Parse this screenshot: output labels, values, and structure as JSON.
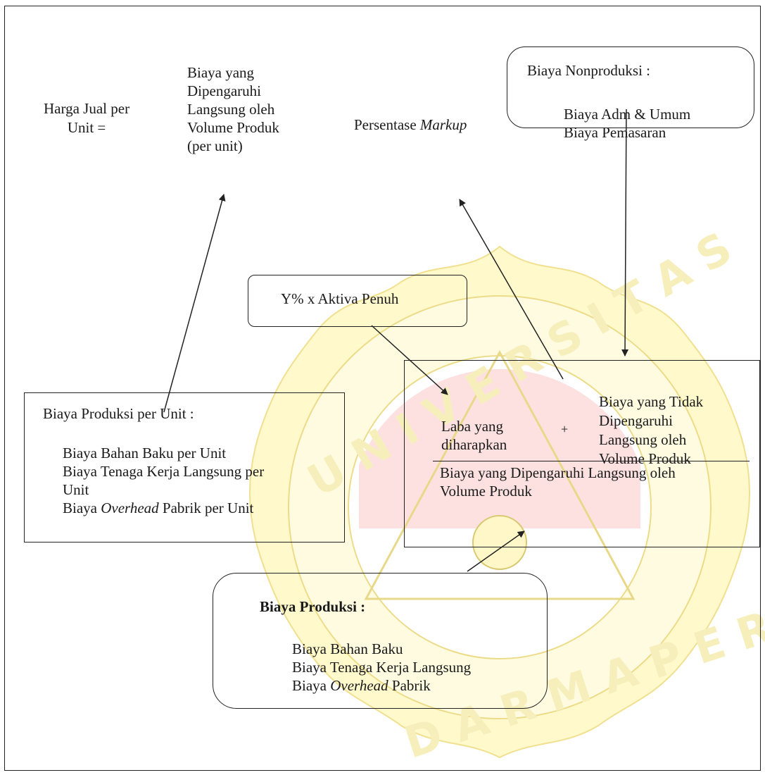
{
  "watermark": {
    "text": "UNIVERSITAS DARMA PERSADA",
    "primary_color": "#fff3a6",
    "secondary_color": "#fbd8d8"
  },
  "formula": {
    "lhs_line1": "Harga Jual per",
    "lhs_line2": "Unit =",
    "rhs_lines": [
      "Biaya yang",
      "Dipengaruhi",
      "Langsung oleh",
      "Volume Produk",
      "(per unit)"
    ]
  },
  "markup": {
    "prefix": "Persentase ",
    "italic": "Markup"
  },
  "nonproduksi": {
    "title": "Biaya Nonproduksi :",
    "items": [
      "Biaya Adm & Umum",
      "Biaya Pemasaran"
    ]
  },
  "aktiva": {
    "label": "Y% x Aktiva Penuh"
  },
  "markup_formula": {
    "laba_line1": "Laba yang",
    "laba_line2": "diharapkan",
    "plus": "+",
    "tidak_lines": [
      "Biaya yang Tidak",
      "Dipengaruhi",
      "Langsung oleh",
      "Volume Produk"
    ],
    "denominator_line1": "Biaya yang Dipengaruhi Langsung oleh",
    "denominator_line2": "Volume Produk"
  },
  "produksi_unit": {
    "title": "Biaya Produksi per Unit :",
    "item1": "Biaya Bahan Baku per Unit",
    "item2_line1": "Biaya Tenaga Kerja Langsung per",
    "item2_line2": "Unit",
    "item3_prefix": "Biaya ",
    "item3_italic": "Overhead",
    "item3_suffix": " Pabrik per Unit"
  },
  "produksi": {
    "title": "Biaya Produksi :",
    "item1": "Biaya Bahan Baku",
    "item2": "Biaya Tenaga Kerja Langsung",
    "item3_prefix": "Biaya ",
    "item3_italic": "Overhead",
    "item3_suffix": " Pabrik"
  }
}
